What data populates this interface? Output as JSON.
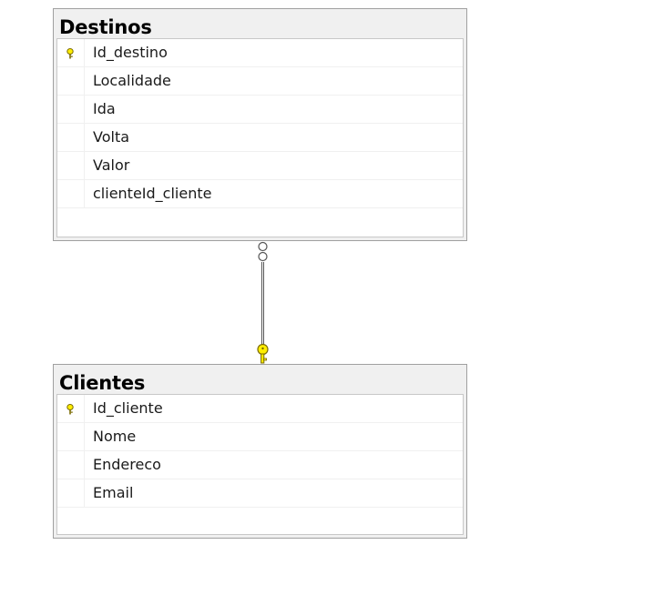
{
  "tables": [
    {
      "id": "destinos",
      "name": "Destinos",
      "columns": [
        {
          "name": "Id_destino",
          "primary_key": true
        },
        {
          "name": "Localidade",
          "primary_key": false
        },
        {
          "name": "Ida",
          "primary_key": false
        },
        {
          "name": "Volta",
          "primary_key": false
        },
        {
          "name": "Valor",
          "primary_key": false
        },
        {
          "name": "clienteId_cliente",
          "primary_key": false
        }
      ]
    },
    {
      "id": "clientes",
      "name": "Clientes",
      "columns": [
        {
          "name": "Id_cliente",
          "primary_key": true
        },
        {
          "name": "Nome",
          "primary_key": false
        },
        {
          "name": "Endereco",
          "primary_key": false
        },
        {
          "name": "Email",
          "primary_key": false
        }
      ]
    }
  ],
  "relationship": {
    "from_table": "Destinos",
    "to_table": "Clientes",
    "from_end": "many",
    "to_end": "one-key"
  },
  "colors": {
    "key_yellow": "#ffee00",
    "key_outline": "#7a6a00",
    "line": "#555555"
  },
  "icons": {
    "primary_key": "key-icon",
    "many_end": "infinity-icon",
    "one_end": "key-icon"
  }
}
